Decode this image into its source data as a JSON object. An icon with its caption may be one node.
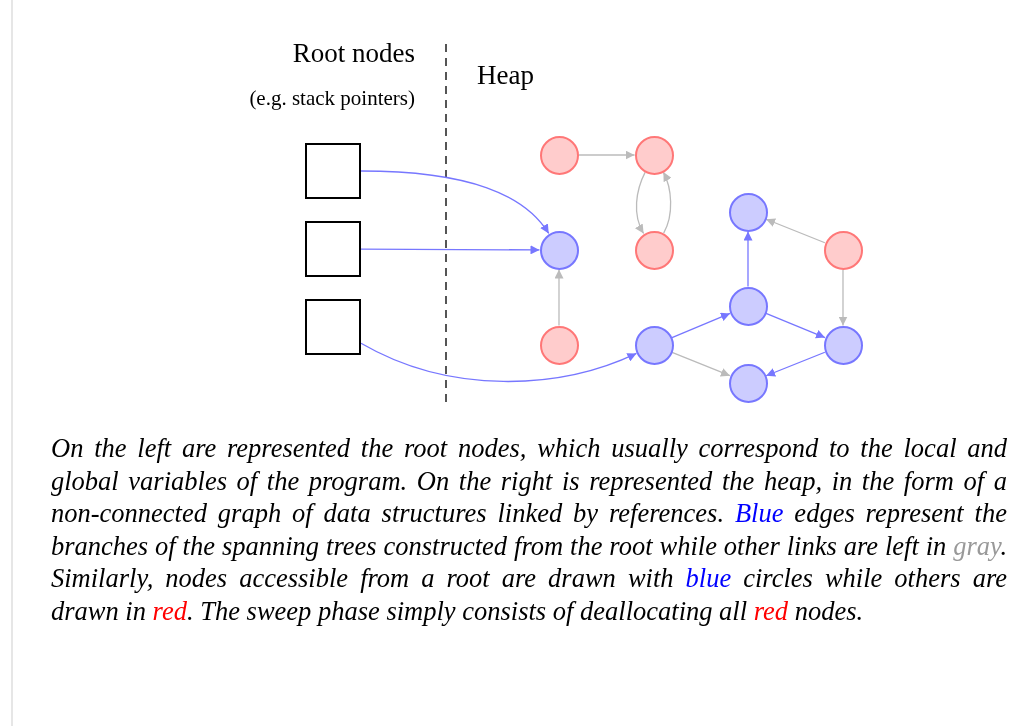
{
  "diagram": {
    "caption": "On the left are represented the root nodes, which usually correspond to the local and global variables of the program. On the right is represented the heap, in the form of a non-connected graph of data structures linked by references. **Blue** edges represent the branches of the spanning trees constructed from the root while other links are left in **gray**. Similarly, nodes accessible from a root are drawn with **blue** circles while others are drawn in **red**. The sweep phase simply consists of deallocating all **red** nodes.",
    "nodes": [
      {
        "text": [],
        "shape": "box"
      },
      {
        "text": [],
        "shape": "box"
      },
      {
        "text": [],
        "shape": "box"
      },
      {
        "text": [],
        "shape": "circle"
      },
      {
        "text": [],
        "shape": "circle"
      },
      {
        "text": [],
        "shape": "circle"
      },
      {
        "text": [],
        "shape": "circle"
      },
      {
        "text": [],
        "shape": "circle"
      },
      {
        "text": [],
        "shape": "circle"
      },
      {
        "text": [],
        "shape": "circle"
      },
      {
        "text": [],
        "shape": "circle"
      },
      {
        "text": [],
        "shape": "circle"
      },
      {
        "text": [],
        "shape": "circle"
      },
      {
        "text": [],
        "shape": "circle"
      }
    ],
    "edges": [
      {
        "from": 0,
        "to": 5,
        "arrow": "to",
        "color": "#7777ff"
      },
      {
        "from": 1,
        "to": 5,
        "arrow": "to",
        "color": "#7777ff"
      },
      {
        "from": 2,
        "to": 10,
        "arrow": "to",
        "color": "#7777ff"
      },
      {
        "from": 3,
        "to": 4,
        "arrow": "to"
      },
      {
        "from": 4,
        "to": 6,
        "arrow": "to"
      },
      {
        "from": 6,
        "to": 4,
        "arrow": "to"
      },
      {
        "from": 9,
        "to": 5,
        "arrow": "to"
      },
      {
        "from": 8,
        "to": 7,
        "arrow": "to"
      },
      {
        "from": 8,
        "to": 12,
        "arrow": "to"
      },
      {
        "from": 10,
        "to": 11,
        "arrow": "to",
        "color": "#7777ff"
      },
      {
        "from": 10,
        "to": 13,
        "arrow": "to"
      },
      {
        "from": 11,
        "to": 7,
        "arrow": "to",
        "color": "#7777ff"
      },
      {
        "from": 11,
        "to": 12,
        "arrow": "to",
        "color": "#7777ff"
      },
      {
        "from": 12,
        "to": 13,
        "arrow": "to",
        "color": "#7777ff"
      }
    ],
    "labels": [
      "Root nodes",
      "(e.g. stack pointers)",
      "Heap"
    ]
  }
}
